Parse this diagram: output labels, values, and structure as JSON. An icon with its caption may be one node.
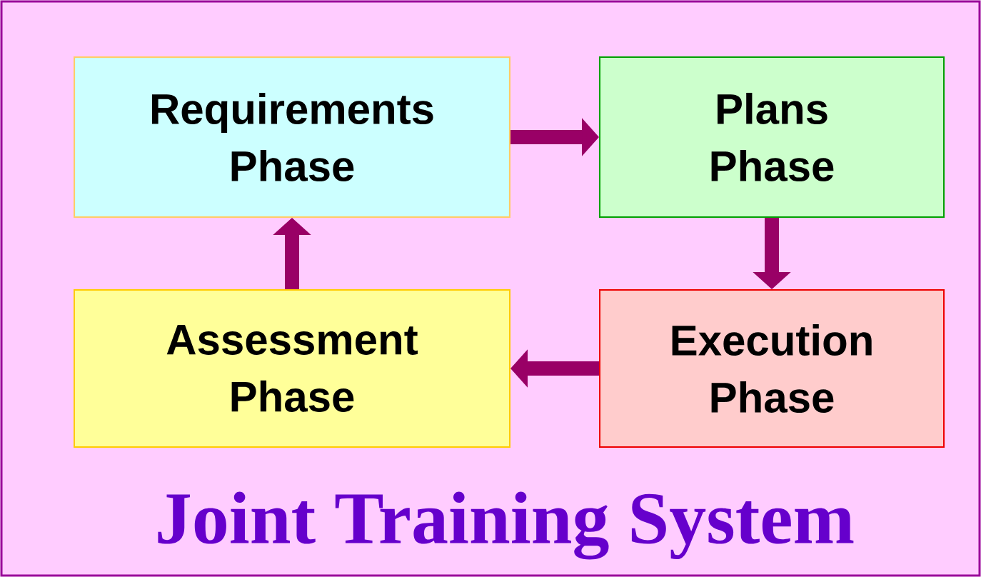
{
  "diagram": {
    "title": "Joint Training System",
    "nodes": [
      {
        "text": [
          "Requirements Phase"
        ]
      },
      {
        "text": [
          "Plans Phase"
        ]
      },
      {
        "text": [
          "Execution Phase"
        ]
      },
      {
        "text": [
          "Assessment Phase"
        ]
      }
    ],
    "edges": [
      {
        "from": 0,
        "to": 1,
        "arrow": "to"
      },
      {
        "from": 1,
        "to": 2,
        "arrow": "to"
      },
      {
        "from": 2,
        "to": 3,
        "arrow": "to"
      },
      {
        "from": 3,
        "to": 0,
        "arrow": "to"
      }
    ]
  }
}
